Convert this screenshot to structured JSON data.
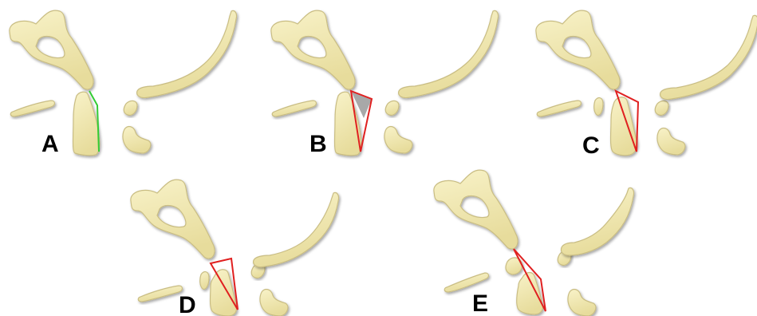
{
  "colors": {
    "bone_light": "#f6efc0",
    "bone_mid": "#ebe0a3",
    "bone_edge": "#c9bd83",
    "line_normal": "#33cc33",
    "line_abnormal": "#e02020",
    "fill_gap": "#a8a8a8",
    "label": "#000000"
  },
  "panels": [
    {
      "label": "A",
      "line_color_key": "line_normal",
      "variant": "normal"
    },
    {
      "label": "B",
      "line_color_key": "line_abnormal",
      "variant": "gap"
    },
    {
      "label": "C",
      "line_color_key": "line_abnormal",
      "variant": "open"
    },
    {
      "label": "D",
      "line_color_key": "line_abnormal",
      "variant": "wide"
    },
    {
      "label": "E",
      "line_color_key": "line_abnormal",
      "variant": "overlap"
    }
  ]
}
